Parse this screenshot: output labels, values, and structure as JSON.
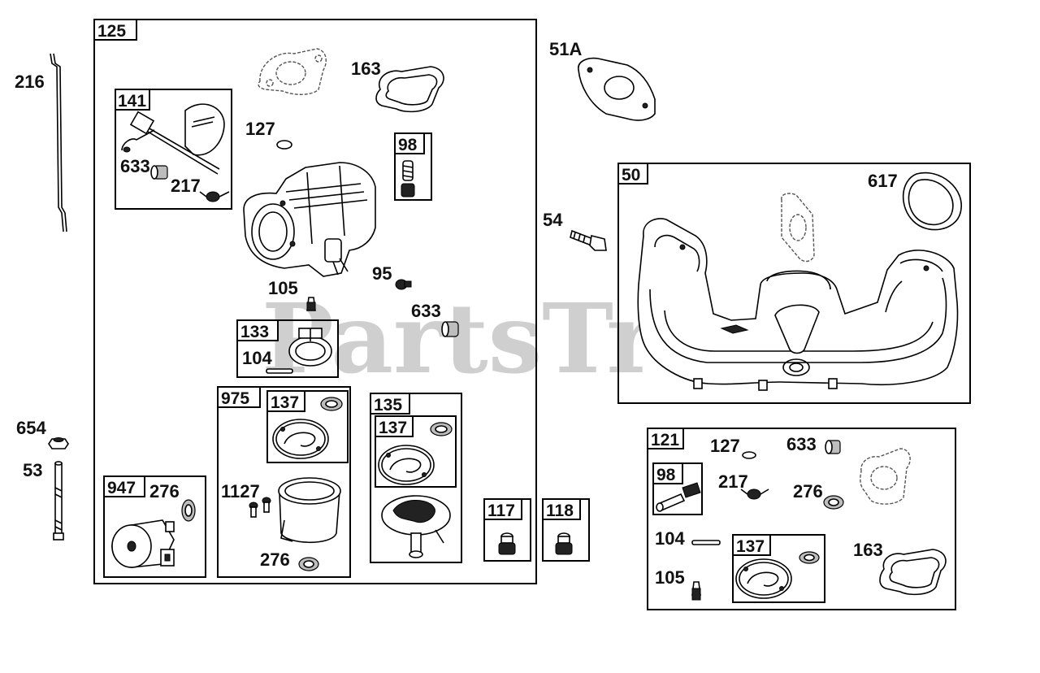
{
  "watermark": "PartsTree",
  "labels": {
    "l216": "216",
    "l654": "654",
    "l53": "53",
    "l125": "125",
    "l141": "141",
    "l633a": "633",
    "l217a": "217",
    "l163a": "163",
    "l127a": "127",
    "l98a": "98",
    "l95": "95",
    "l105a": "105",
    "l633b": "633",
    "l133": "133",
    "l104a": "104",
    "l975": "975",
    "l137a": "137",
    "l1127": "1127",
    "l276a": "276",
    "l135": "135",
    "l137b": "137",
    "l947": "947",
    "l276b": "276",
    "l117": "117",
    "l118": "118",
    "l51A": "51A",
    "l50": "50",
    "l617": "617",
    "l54": "54",
    "l121": "121",
    "l127b": "127",
    "l633c": "633",
    "l98b": "98",
    "l217b": "217",
    "l276c": "276",
    "l104b": "104",
    "l137c": "137",
    "l163b": "163",
    "l105b": "105"
  }
}
